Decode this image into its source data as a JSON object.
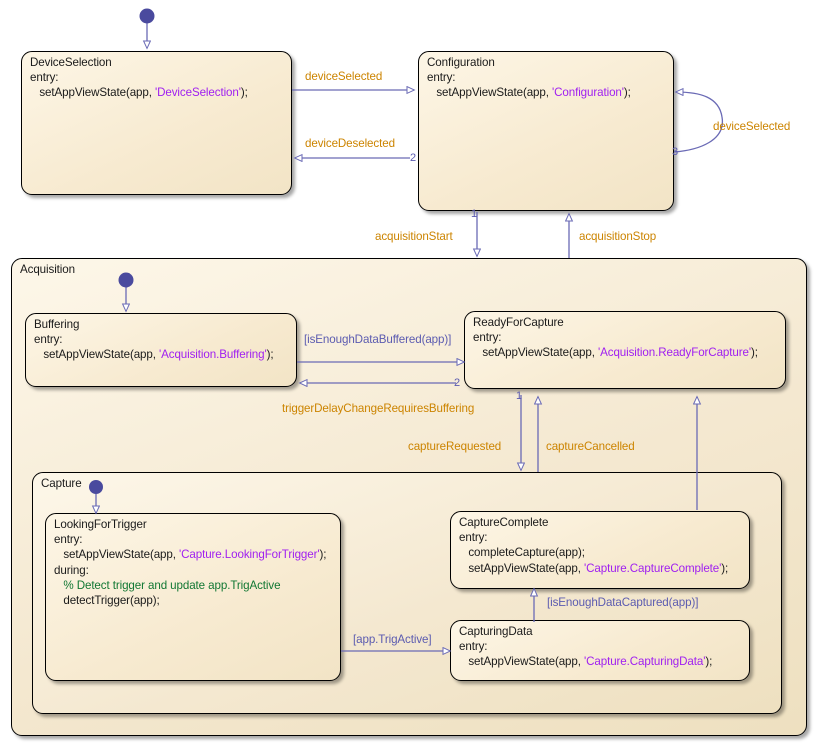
{
  "diagram": {
    "type": "stateflow-chart",
    "colors": {
      "state_fill": "#faf0da",
      "state_border": "#000000",
      "transition_line": "#6a6ab5",
      "event_text": "#cc8400",
      "guard_text": "#5b5bb0",
      "string_literal": "#a020f0",
      "comment": "#117733",
      "junction": "#4a4a9e"
    }
  },
  "states": {
    "device_selection": {
      "name": "DeviceSelection",
      "line_entry": "entry:",
      "line_action_pre": "   setAppViewState(app, ",
      "line_action_str": "'DeviceSelection'",
      "line_action_post": ");"
    },
    "configuration": {
      "name": "Configuration",
      "line_entry": "entry:",
      "line_action_pre": "   setAppViewState(app, ",
      "line_action_str": "'Configuration'",
      "line_action_post": ");"
    },
    "acquisition": {
      "name": "Acquisition"
    },
    "buffering": {
      "name": "Buffering",
      "line_entry": "entry:",
      "line_action_pre": "   setAppViewState(app, ",
      "line_action_str": "'Acquisition.Buffering'",
      "line_action_post": ");"
    },
    "ready_for_capture": {
      "name": "ReadyForCapture",
      "line_entry": "entry:",
      "line_action_pre": "   setAppViewState(app, ",
      "line_action_str": "'Acquisition.ReadyForCapture'",
      "line_action_post": ");"
    },
    "capture": {
      "name": "Capture"
    },
    "looking_for_trigger": {
      "name": "LookingForTrigger",
      "line_entry": "entry:",
      "line_action_pre": "   setAppViewState(app, ",
      "line_action_str": "'Capture.LookingForTrigger'",
      "line_action_post": ");",
      "line_during": "during:",
      "line_comment": "   % Detect trigger and update app.TrigActive",
      "line_detect": "   detectTrigger(app);"
    },
    "capture_complete": {
      "name": "CaptureComplete",
      "line_entry": "entry:",
      "line_action1": "   completeCapture(app);",
      "line_action2_pre": "   setAppViewState(app, ",
      "line_action2_str": "'Capture.CaptureComplete'",
      "line_action2_post": ");"
    },
    "capturing_data": {
      "name": "CapturingData",
      "line_entry": "entry:",
      "line_action_pre": "   setAppViewState(app, ",
      "line_action_str": "'Capture.CapturingData'",
      "line_action_post": ");"
    }
  },
  "transitions": {
    "device_selected": "deviceSelected",
    "device_deselected": "deviceDeselected",
    "device_selected_self": "deviceSelected",
    "acquisition_start": "acquisitionStart",
    "acquisition_stop": "acquisitionStop",
    "is_enough_data_buffered": "[isEnoughDataBuffered(app)]",
    "trigger_delay_change": "triggerDelayChangeRequiresBuffering",
    "capture_requested": "captureRequested",
    "capture_cancelled": "captureCancelled",
    "trig_active": "[app.TrigActive]",
    "is_enough_data_captured": "[isEnoughDataCaptured(app)]"
  },
  "order_labels": {
    "config_in_1": "1",
    "config_deselect_2": "2",
    "config_self_3": "3",
    "ready_in_1": "1",
    "ready_buffer_2": "2"
  }
}
